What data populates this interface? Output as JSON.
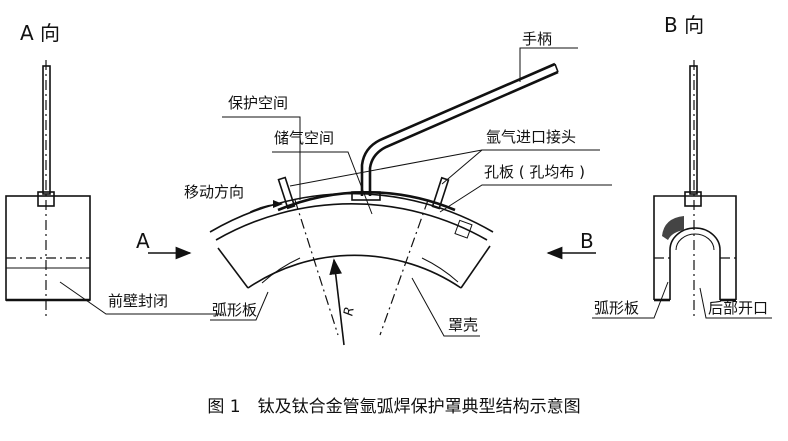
{
  "view_a_title": "A 向",
  "view_b_title": "B 向",
  "labels": {
    "handle": "手柄",
    "protect_space": "保护空间",
    "storage_space": "储气空间",
    "argon_inlet": "氩气进口接头",
    "hole_plate": "孔板 ( 孔均布 )",
    "move_dir": "移动方向",
    "front_seal": "前壁封闭",
    "arc_plate_left": "弧形板",
    "arc_plate_right": "弧形板",
    "shell": "罩壳",
    "rear_open": "后部开口",
    "arrow_a": "A",
    "arrow_b": "B",
    "radius": "R"
  },
  "caption": "图 1　钛及钛合金管氩弧焊保护罩典型结构示意图"
}
